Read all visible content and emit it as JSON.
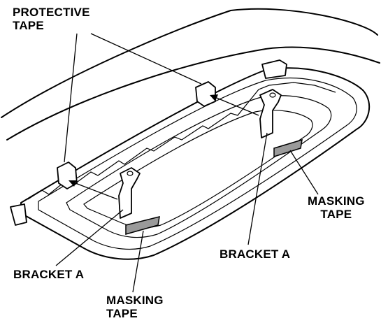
{
  "labels": {
    "protective_tape": "PROTECTIVE\nTAPE",
    "masking_tape_right": "MASKING\nTAPE",
    "bracket_a_right": "BRACKET A",
    "bracket_a_left": "BRACKET A",
    "masking_tape_bottom": "MASKING\nTAPE"
  }
}
